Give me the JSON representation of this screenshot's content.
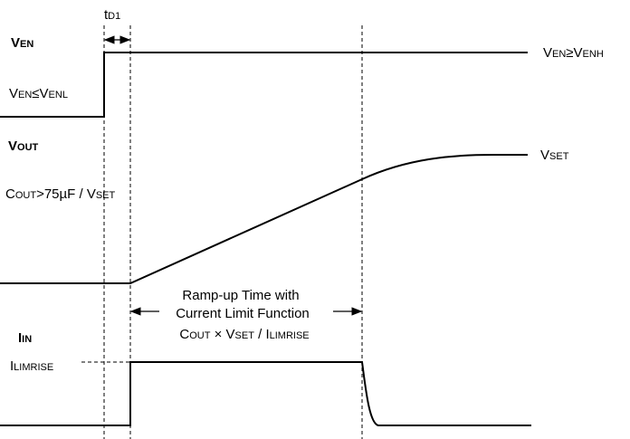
{
  "signals": {
    "ven": {
      "main": "V",
      "sub": "EN"
    },
    "vout": {
      "main": "V",
      "sub": "OUT"
    },
    "iin": {
      "main": "I",
      "sub": "IN"
    }
  },
  "labels": {
    "td1": {
      "main": "t",
      "sub": "D1"
    },
    "ven_low": {
      "v1": "V",
      "s1": "EN",
      "op": "≤",
      "v2": "V",
      "s2": "ENL"
    },
    "ven_high": {
      "v1": "V",
      "s1": "EN",
      "op": "≥",
      "v2": "V",
      "s2": "ENH"
    },
    "vset": {
      "main": "V",
      "sub": "SET"
    },
    "cout_cond": {
      "c": "C",
      "cs": "OUT",
      "mid": ">75µF / V",
      "vs": "SET"
    },
    "ilimrise": {
      "main": "I",
      "sub": "LIMRISE"
    },
    "ramp_line1": "Ramp-up Time with",
    "ramp_line2": "Current Limit Function",
    "ramp_formula": {
      "c": "C",
      "cs": "OUT",
      "x": " × V",
      "vs": "SET",
      "slash": " / I",
      "is": "LIMRISE"
    }
  }
}
